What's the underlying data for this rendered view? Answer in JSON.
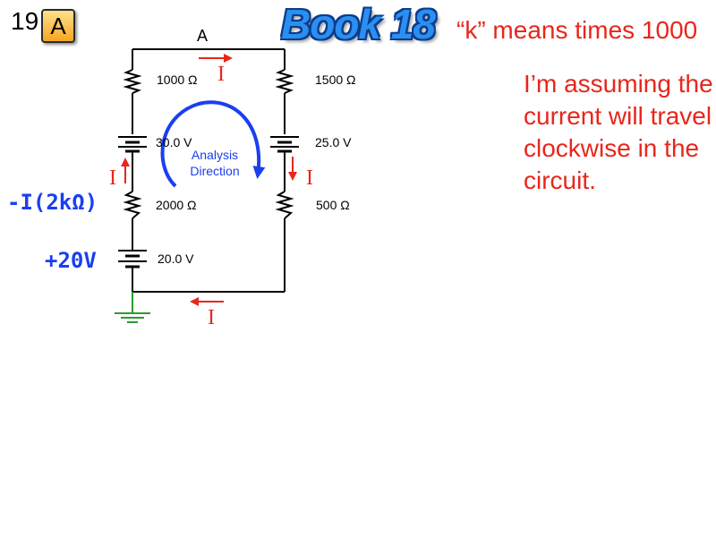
{
  "header": {
    "slide_number": "19",
    "badge": "A",
    "book_title": "Book 18",
    "k_note": "“k” means times 1000"
  },
  "note": "I’m assuming the current will travel clockwise in the circuit.",
  "circuit": {
    "node_label": "A",
    "components": {
      "r_top_left": "1000 Ω",
      "r_top_right": "1500 Ω",
      "batt_left": "30.0 V",
      "batt_right": "25.0 V",
      "r_bottom_left": "2000 Ω",
      "r_bottom_right": "500 Ω",
      "batt_bottom": "20.0 V"
    },
    "analysis_direction": [
      "Analysis",
      "Direction"
    ],
    "current_symbol": "I",
    "equation_terms": {
      "resistor_drop": "-I(2kΩ)",
      "battery_rise": "+20V"
    }
  },
  "colors": {
    "current_arrow": "#e8261c",
    "analysis_arrow": "#1a3ff0",
    "ground": "#2e9b2e",
    "wire": "#000000"
  }
}
